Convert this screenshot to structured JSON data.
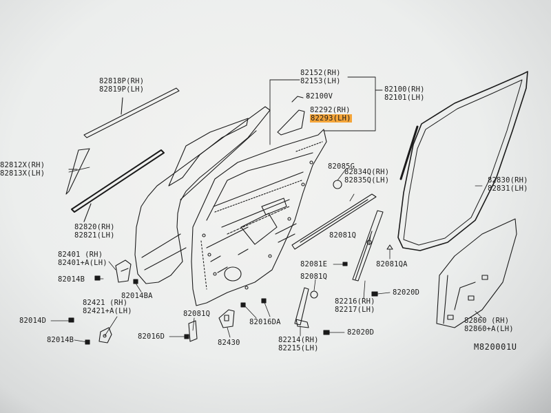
{
  "labels": {
    "p82818": [
      "82818P(RH)",
      "82819P(LH)"
    ],
    "p82812": [
      "82812X(RH)",
      "82813X(LH)"
    ],
    "p82820": [
      "82820(RH)",
      "82821(LH)"
    ],
    "p82401": [
      "82401 (RH)",
      "82401+A(LH)"
    ],
    "p82014b_top": "82014B",
    "p82014ba": "82014BA",
    "p82421": [
      "82421 (RH)",
      "82421+A(LH)"
    ],
    "p82014d": "82014D",
    "p82014b_bottom": "82014B",
    "p82016d": "82016D",
    "p82081q_left": "82081Q",
    "p82430": "82430",
    "p82016da": "82016DA",
    "p82152": [
      "82152(RH)",
      "82153(LH)"
    ],
    "p82100v": "82100V",
    "p82292": [
      "82292(RH)",
      "82293(LH)"
    ],
    "p82100": [
      "82100(RH)",
      "82101(LH)"
    ],
    "p82085g": "82085G",
    "p82834": [
      "82834Q(RH)",
      "82835Q(LH)"
    ],
    "p82081q_mid": "82081Q",
    "p82081e": "82081E",
    "p82081q_low": "82081Q",
    "p82081qa": "82081QA",
    "p82216": [
      "82216(RH)",
      "82217(LH)"
    ],
    "p82020d_top": "82020D",
    "p82214": [
      "82214(RH)",
      "82215(LH)"
    ],
    "p82020d_bottom": "82020D",
    "p82830": [
      "82830(RH)",
      "82831(LH)"
    ],
    "p82860": [
      "82860 (RH)",
      "82860+A(LH)"
    ]
  },
  "diagram_code": "M820001U",
  "highlight_color": "#f4a53a"
}
